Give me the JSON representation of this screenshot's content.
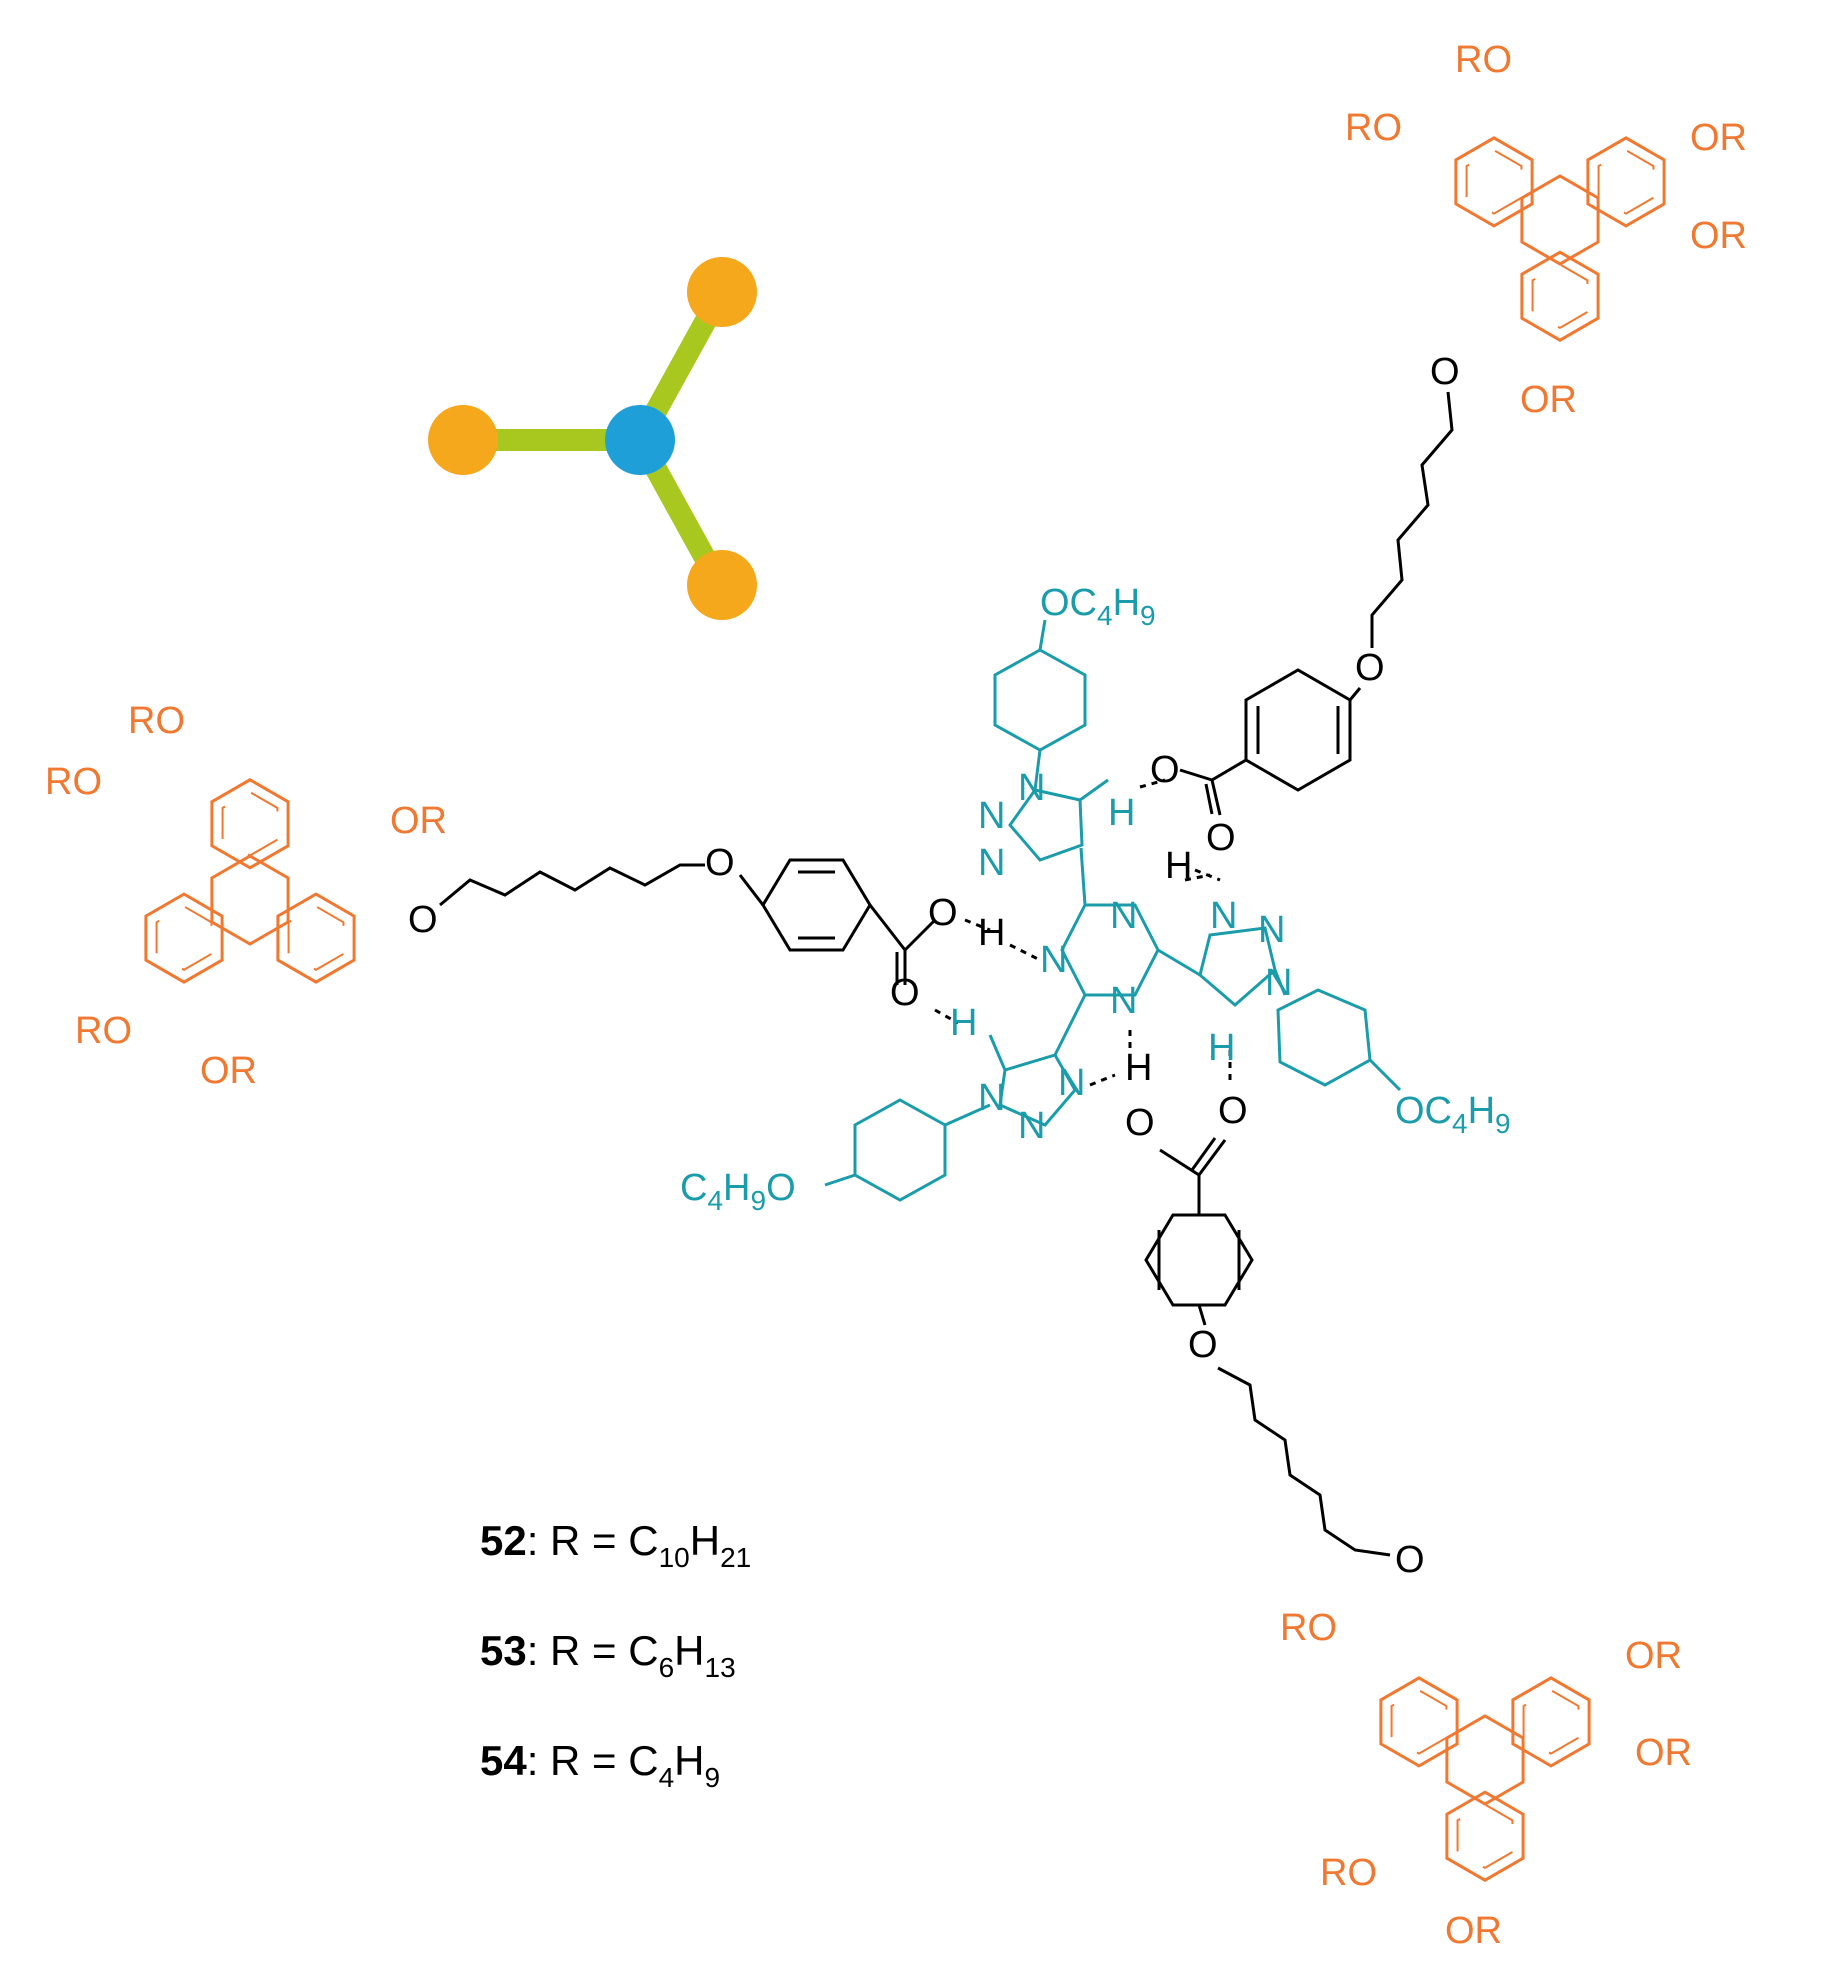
{
  "colors": {
    "triphenylene": "#F07830",
    "core": "#1A9CAA",
    "linker": "#000000",
    "schematic_arm": "#A8C820",
    "schematic_node": "#F5A81C",
    "schematic_center": "#1E9FD8"
  },
  "labels": {
    "ro": "RO",
    "or": "OR",
    "oxygen": "O",
    "nitrogen": "N",
    "hydrogen": "H",
    "butoxy_right": "OC",
    "butoxy_left_prefix": "C",
    "butoxy_left_h": "H",
    "butoxy_left_suffix": "O",
    "four": "4",
    "nine": "9"
  },
  "legend": [
    {
      "number": "52",
      "text": ": R = C",
      "sub1": "10",
      "mid": "H",
      "sub2": "21"
    },
    {
      "number": "53",
      "text": ": R = C",
      "sub1": "6",
      "mid": "H",
      "sub2": "13"
    },
    {
      "number": "54",
      "text": ": R = C",
      "sub1": "4",
      "mid": "H",
      "sub2": "9"
    }
  ]
}
